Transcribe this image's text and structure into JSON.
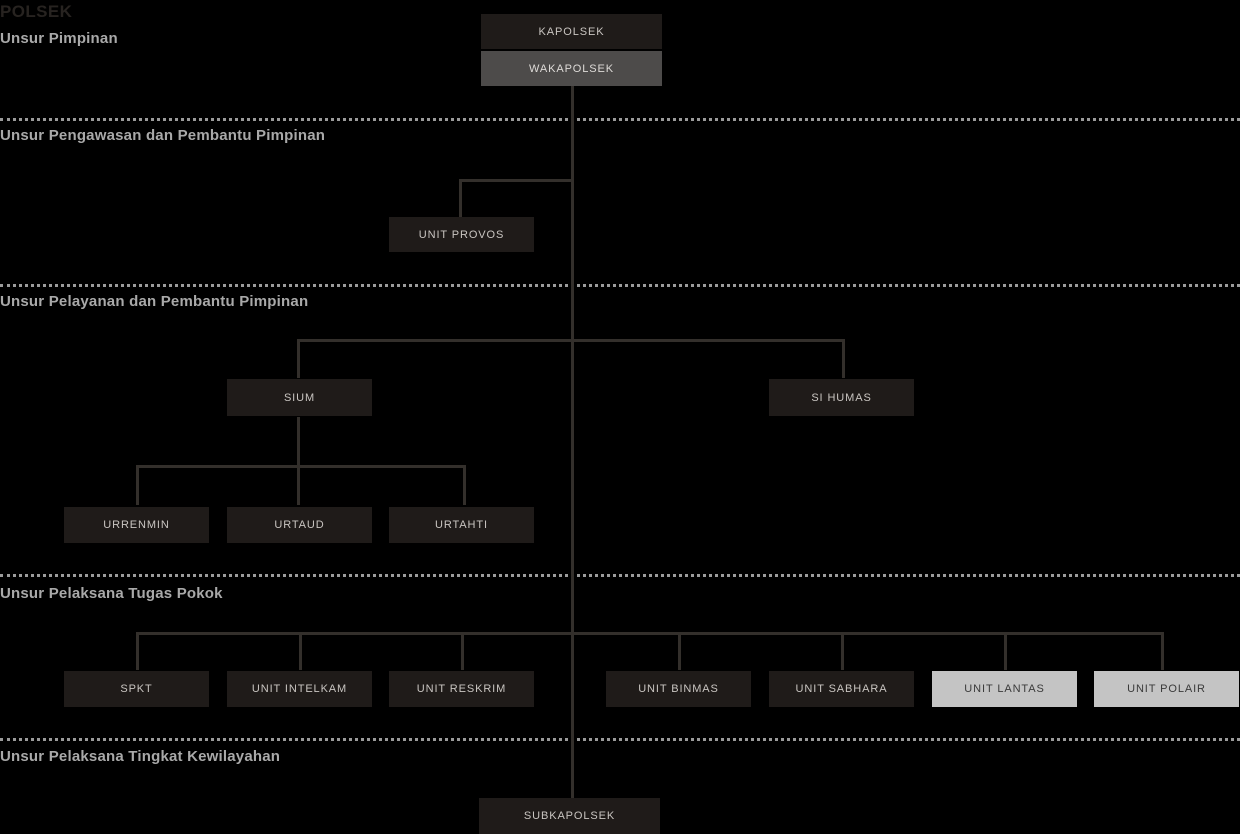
{
  "document": {
    "title": "POLSEK"
  },
  "colors": {
    "background": "#000000",
    "node_dark": "#1f1b19",
    "node_mid": "#4d4b4a",
    "node_light": "#c4c4c4",
    "connector": "#332f2b",
    "divider": "#9b9b9b",
    "section_label": "#a9a9a9",
    "node_text_light": "#c9c5c1",
    "node_text_dark": "#3a3a3a"
  },
  "sections": [
    {
      "id": "pimpinan",
      "label": "Unsur Pimpinan"
    },
    {
      "id": "pengawasan",
      "label": "Unsur Pengawasan dan Pembantu Pimpinan"
    },
    {
      "id": "pelayanan",
      "label": "Unsur Pelayanan dan Pembantu Pimpinan"
    },
    {
      "id": "pelaksana",
      "label": "Unsur Pelaksana Tugas Pokok"
    },
    {
      "id": "kewilayahan",
      "label": "Unsur Pelaksana Tingkat Kewilayahan"
    }
  ],
  "nodes": {
    "kapolsek": {
      "label": "KAPOLSEK"
    },
    "wakapolsek": {
      "label": "WAKAPOLSEK"
    },
    "unit_provos": {
      "label": "UNIT PROVOS"
    },
    "sium": {
      "label": "SIUM"
    },
    "si_humas": {
      "label": "SI HUMAS"
    },
    "urrenmin": {
      "label": "URRENMIN"
    },
    "urtaud": {
      "label": "URTAUD"
    },
    "urtahti": {
      "label": "URTAHTI"
    },
    "spkt": {
      "label": "SPKT"
    },
    "unit_intelkam": {
      "label": "UNIT INTELKAM"
    },
    "unit_reskrim": {
      "label": "UNIT RESKRIM"
    },
    "unit_binmas": {
      "label": "UNIT BINMAS"
    },
    "unit_sabhara": {
      "label": "UNIT SABHARA"
    },
    "unit_lantas": {
      "label": "UNIT LANTAS"
    },
    "unit_polair": {
      "label": "UNIT POLAIR"
    },
    "subkapolsek": {
      "label": "SUBKAPOLSEK"
    }
  }
}
